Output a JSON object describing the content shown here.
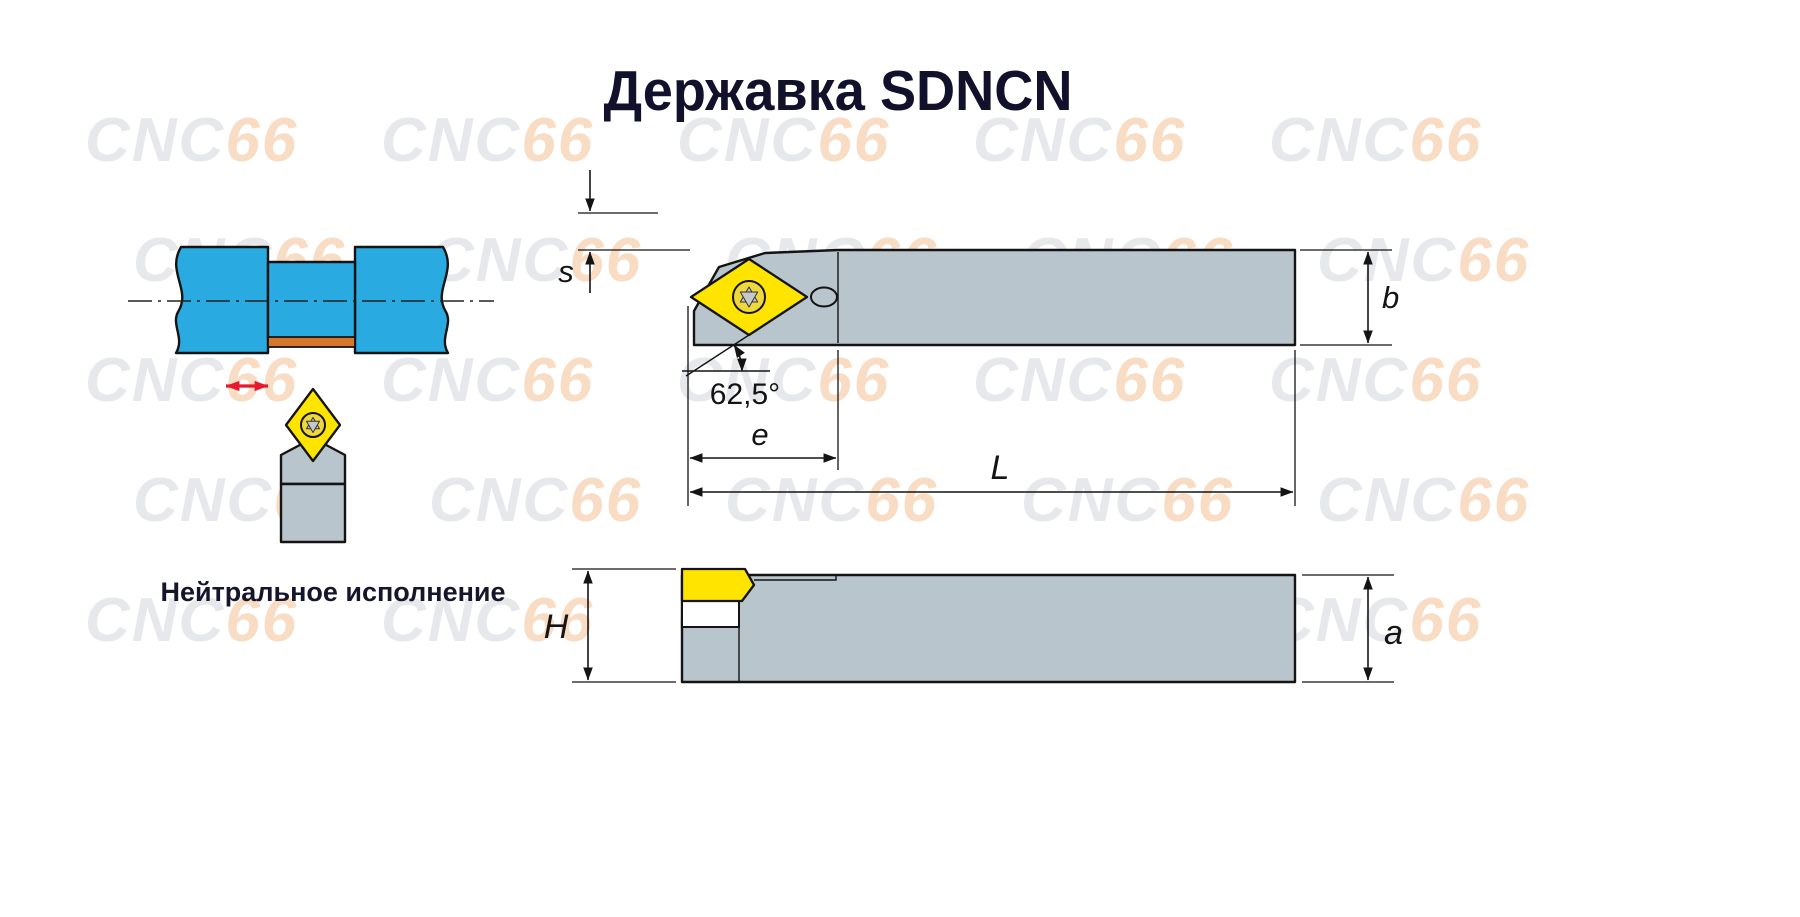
{
  "title": "Державка SDNCN",
  "watermark": {
    "brand": "CNC",
    "number": "66"
  },
  "left_figure": {
    "caption": "Нейтральное исполнение"
  },
  "plan_view": {
    "dim_s": "s",
    "dim_b": "b",
    "dim_e": "e",
    "dim_L": "L",
    "angle": "62,5°"
  },
  "side_view": {
    "dim_H": "H",
    "dim_a": "a"
  },
  "icons": {
    "insert_screw": "torx-screw"
  },
  "colors": {
    "body": "#b9c5cd",
    "insert": "#ffe400",
    "screw": "#eed83c",
    "workpiece": "#29abe2",
    "machined": "#d4762c",
    "feed": "#e8182d",
    "line": "#141414",
    "title": "#11112b",
    "wm_gray": "#e6e8eb",
    "wm_orange": "#f8dcc4"
  }
}
